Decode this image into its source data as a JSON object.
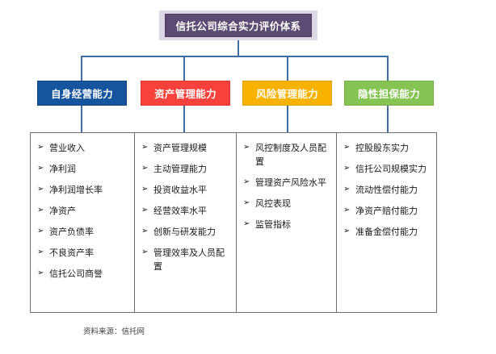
{
  "title": {
    "text": "信托公司综合实力评价体系",
    "box_color": "#5c4b73",
    "surround_color": "#ddd7e6",
    "text_color": "#ffffff"
  },
  "connector": {
    "color": "#3f6ea5"
  },
  "categories": [
    {
      "label": "自身经营能力",
      "color": "#14559e",
      "items": [
        "营业收入",
        "净利润",
        "净利润增长率",
        "净资产",
        "资产负债率",
        "不良资产率",
        "信托公司商誉"
      ]
    },
    {
      "label": "资产管理能力",
      "color": "#f6413c",
      "items": [
        "资产管理规模",
        "主动管理能力",
        "投资收益水平",
        "经营效率水平",
        "创新与研发能力",
        "管理效率及人员配置"
      ]
    },
    {
      "label": "风险管理能力",
      "color": "#f7b200",
      "items": [
        "风控制度及人员配置",
        "管理资产风险水平",
        "风控表现",
        "监管指标"
      ]
    },
    {
      "label": "隐性担保能力",
      "color": "#85c352",
      "items": [
        "控股股东实力",
        "信托公司规模实力",
        "流动性偿付能力",
        "净资产赔付能力",
        "准备金偿付能力"
      ]
    }
  ],
  "bullet_glyph": "➢",
  "source_note": "资料来源：信托网"
}
